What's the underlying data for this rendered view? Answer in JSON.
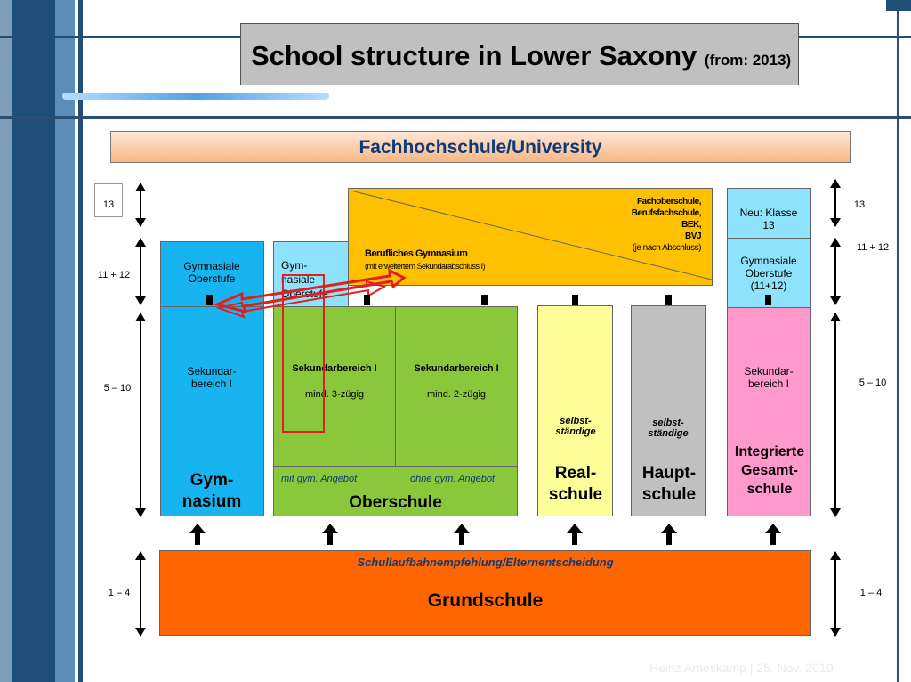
{
  "title": {
    "main": "School structure in Lower Saxony",
    "sub": "(from: 2013)"
  },
  "university": "Fachhochschule/University",
  "grades": {
    "g13": "13",
    "g1112": "11 + 12",
    "g510": "5 – 10",
    "g14": "1 – 4"
  },
  "fach": {
    "schools": [
      "Fachoberschule,",
      "Berufsfachschule,",
      "BEK,",
      "BVJ",
      "(je nach Abschluss)"
    ],
    "bg_title": "Berufliches Gymnasium",
    "bg_note": "(mit erweitertem Sekundarabschluss I)"
  },
  "gymnasium": {
    "upper": "Gymnasiale Oberstufe",
    "lower": "Sekundar- bereich I",
    "name": "Gym- nasium"
  },
  "gym_nasiale": "Gym- nasiale Oberstufe",
  "oberschule": {
    "left_title": "Sekundarbereich I",
    "left_sub": "mind. 3-zügig",
    "right_title": "Sekundarbereich I",
    "right_sub": "mind. 2-zügig",
    "with": "mit gym. Angebot",
    "without": "ohne gym. Angebot",
    "name": "Oberschule"
  },
  "realschule": {
    "note": "selbst- ständige",
    "name": "Real- schule"
  },
  "hauptschule": {
    "note": "selbst- ständige",
    "name": "Haupt- schule"
  },
  "igs": {
    "neu": "Neu: Klasse 13",
    "upper": "Gymnasiale Oberstufe (11+12)",
    "lower": "Sekundar- bereich I",
    "name": "Integrierte Gesamt- schule"
  },
  "grundschule": {
    "note": "Schullaufbahnempfehlung/Elternentscheidung",
    "name": "Grundschule"
  },
  "footer": "Heinz Ameskamp |  25. Nov. 2010",
  "colors": {
    "gym": "#18b4f0",
    "gym_light": "#8ee2fc",
    "ober": "#8ac73b",
    "fach": "#ffc000",
    "real": "#ffff99",
    "haupt": "#c0c0c0",
    "igs": "#ff99cc",
    "grund": "#ff6600",
    "arrow_red": "#e02020"
  }
}
